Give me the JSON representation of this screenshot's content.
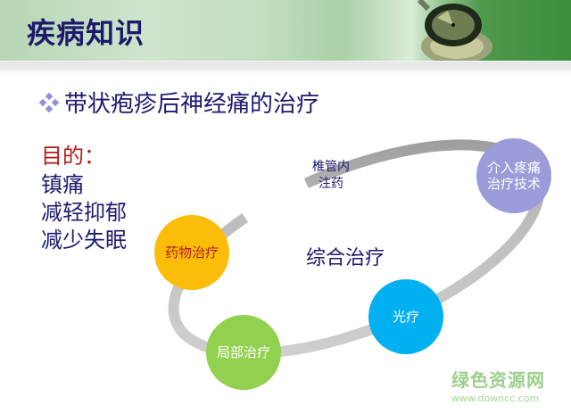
{
  "header": {
    "title": "疾病知识",
    "decoration": "stethoscope-image",
    "colors": {
      "title": "#1d1a6e",
      "band_light": "#cfe4cc",
      "band_dark": "#3d8d3c"
    }
  },
  "main": {
    "bullet_icon": "diamond-bullet-icon",
    "subtitle": "带状疱疹后神经痛的治疗",
    "goals": {
      "title": "目的：",
      "items": [
        "镇痛",
        "减轻抑郁",
        "减少失眠"
      ]
    }
  },
  "diagram": {
    "center_label": "综合治疗",
    "gap_label": {
      "line1": "椎管内",
      "line2": "注药"
    },
    "nodes": [
      {
        "label": "药物治疗",
        "color": "#fbbd0a",
        "text_color": "#b01e1e"
      },
      {
        "label": "局部治疗",
        "color": "#92d050",
        "text_color": "#ffffff"
      },
      {
        "label": "光疗",
        "color": "#00b0f0",
        "text_color": "#ffffff"
      },
      {
        "label_line1": "介入疼痛",
        "label_line2": "治疗技术",
        "color": "#9b9bd9",
        "text_color": "#ffffff"
      }
    ],
    "ring_color": "#c8c8c8"
  },
  "watermark": {
    "name": "绿色资源网",
    "url": "www.downcc.com"
  }
}
